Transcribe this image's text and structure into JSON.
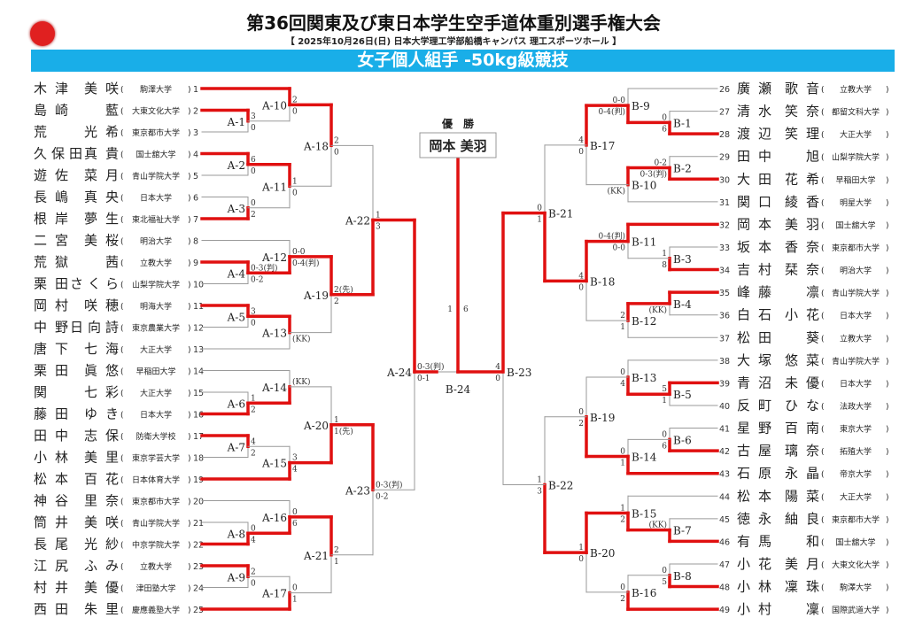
{
  "header": {
    "title": "第36回関東及び東日本学生空手道体重別選手権大会",
    "subtitle": "【 2025年10月26日(日) 日本大学理工学部船橋キャンパス 理工スポーツホール 】",
    "event": "女子個人組手 -50kg級競技"
  },
  "colors": {
    "win": "#e01010",
    "line": "#9a9a9a",
    "banner": "#19aee8"
  },
  "labels": {
    "paren_open": "(",
    "paren_close": ")"
  },
  "champion": {
    "heading": "優　勝",
    "name": "岡本 美羽"
  },
  "final": {
    "label": "B-24",
    "scores": [
      "1",
      "6"
    ],
    "winner": 1
  },
  "players_left": [
    {
      "no": "1",
      "family": "木津",
      "given": "美咲",
      "school": "駒澤大学"
    },
    {
      "no": "2",
      "family": "島崎",
      "given": "藍",
      "school": "大東文化大学"
    },
    {
      "no": "3",
      "family": "荒",
      "given": "光希",
      "school": "東京都市大学"
    },
    {
      "no": "4",
      "family": "久保田",
      "given": "真貴",
      "school": "国士舘大学"
    },
    {
      "no": "5",
      "family": "遊佐",
      "given": "菜月",
      "school": "青山学院大学"
    },
    {
      "no": "6",
      "family": "長嶋",
      "given": "真央",
      "school": "日本大学"
    },
    {
      "no": "7",
      "family": "根岸",
      "given": "夢生",
      "school": "東北福祉大学"
    },
    {
      "no": "8",
      "family": "二宮",
      "given": "美桜",
      "school": "明治大学"
    },
    {
      "no": "9",
      "family": "荒獄",
      "given": "茜",
      "school": "立教大学"
    },
    {
      "no": "10",
      "family": "栗田",
      "given": "さくら",
      "school": "山梨学院大学"
    },
    {
      "no": "11",
      "family": "岡村",
      "given": "咲穂",
      "school": "明海大学"
    },
    {
      "no": "12",
      "family": "中野",
      "given": "日向詩",
      "school": "東京農業大学"
    },
    {
      "no": "13",
      "family": "唐下",
      "given": "七海",
      "school": "大正大学"
    },
    {
      "no": "14",
      "family": "栗田",
      "given": "眞悠",
      "school": "早稲田大学"
    },
    {
      "no": "15",
      "family": "関",
      "given": "七彩",
      "school": "大正大学"
    },
    {
      "no": "16",
      "family": "藤田",
      "given": "ゆき",
      "school": "日本大学"
    },
    {
      "no": "17",
      "family": "田中",
      "given": "志保",
      "school": "防衛大学校"
    },
    {
      "no": "18",
      "family": "小林",
      "given": "美里",
      "school": "東京学芸大学"
    },
    {
      "no": "19",
      "family": "松本",
      "given": "百花",
      "school": "日本体育大学"
    },
    {
      "no": "20",
      "family": "神谷",
      "given": "里奈",
      "school": "東京都市大学"
    },
    {
      "no": "21",
      "family": "筒井",
      "given": "美咲",
      "school": "青山学院大学"
    },
    {
      "no": "22",
      "family": "長尾",
      "given": "光紗",
      "school": "中京学院大学"
    },
    {
      "no": "23",
      "family": "江尻",
      "given": "ふみ",
      "school": "立教大学"
    },
    {
      "no": "24",
      "family": "村井",
      "given": "美優",
      "school": "津田塾大学"
    },
    {
      "no": "25",
      "family": "西田",
      "given": "朱里",
      "school": "慶應義塾大学"
    }
  ],
  "players_right": [
    {
      "no": "26",
      "family": "廣瀬",
      "given": "歌音",
      "school": "立教大学"
    },
    {
      "no": "27",
      "family": "清水",
      "given": "笑奈",
      "school": "都留文科大学"
    },
    {
      "no": "28",
      "family": "渡辺",
      "given": "笑理",
      "school": "大正大学"
    },
    {
      "no": "29",
      "family": "田中",
      "given": "旭",
      "school": "山梨学院大学"
    },
    {
      "no": "30",
      "family": "大田",
      "given": "花希",
      "school": "早稲田大学"
    },
    {
      "no": "31",
      "family": "関口",
      "given": "綾香",
      "school": "明星大学"
    },
    {
      "no": "32",
      "family": "岡本",
      "given": "美羽",
      "school": "国士舘大学"
    },
    {
      "no": "33",
      "family": "坂本",
      "given": "香奈",
      "school": "東京都市大学"
    },
    {
      "no": "34",
      "family": "吉村",
      "given": "栞奈",
      "school": "明治大学"
    },
    {
      "no": "35",
      "family": "峰藤",
      "given": "凛",
      "school": "青山学院大学"
    },
    {
      "no": "36",
      "family": "白石",
      "given": "小花",
      "school": "日本大学"
    },
    {
      "no": "37",
      "family": "松田",
      "given": "葵",
      "school": "立教大学"
    },
    {
      "no": "38",
      "family": "大塚",
      "given": "悠菜",
      "school": "青山学院大学"
    },
    {
      "no": "39",
      "family": "青沼",
      "given": "未優",
      "school": "日本大学"
    },
    {
      "no": "40",
      "family": "反町",
      "given": "ひな",
      "school": "法政大学"
    },
    {
      "no": "41",
      "family": "星野",
      "given": "百南",
      "school": "東京大学"
    },
    {
      "no": "42",
      "family": "古屋",
      "given": "璃奈",
      "school": "拓殖大学"
    },
    {
      "no": "43",
      "family": "石原",
      "given": "永晶",
      "school": "帝京大学"
    },
    {
      "no": "44",
      "family": "松本",
      "given": "陽菜",
      "school": "大正大学"
    },
    {
      "no": "45",
      "family": "徳永",
      "given": "紬良",
      "school": "東京都市大学"
    },
    {
      "no": "46",
      "family": "有馬",
      "given": "和",
      "school": "国士舘大学"
    },
    {
      "no": "47",
      "family": "小花",
      "given": "美月",
      "school": "大東文化大学"
    },
    {
      "no": "48",
      "family": "小林",
      "given": "凜珠",
      "school": "駒澤大学"
    },
    {
      "no": "49",
      "family": "小村",
      "given": "凜",
      "school": "国際武道大学"
    }
  ],
  "bracket_left": {
    "label": "A-24",
    "scores": [
      "0-3(判)",
      "0-1"
    ],
    "winner": 0,
    "children": [
      {
        "label": "A-22",
        "scores": [
          "1",
          "3"
        ],
        "winner": 1,
        "children": [
          {
            "label": "A-18",
            "scores": [
              "2",
              "0"
            ],
            "winner": 0,
            "children": [
              {
                "label": "A-10",
                "scores": [
                  "2",
                  "0"
                ],
                "winner": 0,
                "children": [
                  1,
                  {
                    "label": "A-1",
                    "scores": [
                      "3",
                      "0"
                    ],
                    "winner": 0,
                    "children": [
                      2,
                      3
                    ]
                  }
                ]
              },
              {
                "label": "A-11",
                "scores": [
                  "1",
                  "0"
                ],
                "winner": 0,
                "children": [
                  {
                    "label": "A-2",
                    "scores": [
                      "6",
                      "0"
                    ],
                    "winner": 0,
                    "children": [
                      4,
                      5
                    ]
                  },
                  {
                    "label": "A-3",
                    "scores": [
                      "0",
                      "2"
                    ],
                    "winner": 1,
                    "children": [
                      6,
                      7
                    ]
                  }
                ]
              }
            ]
          },
          {
            "label": "A-19",
            "scores": [
              "2(先)",
              "2"
            ],
            "winner": 0,
            "children": [
              {
                "label": "A-12",
                "scores": [
                  "0-0",
                  "0-4(判)"
                ],
                "winner": 1,
                "children": [
                  8,
                  {
                    "label": "A-4",
                    "scores": [
                      "0-3(判)",
                      "0-2"
                    ],
                    "winner": 0,
                    "children": [
                      9,
                      10
                    ]
                  }
                ]
              },
              {
                "label": "A-13",
                "scores": [
                  "",
                  "(KK)"
                ],
                "winner": 0,
                "children": [
                  {
                    "label": "A-5",
                    "scores": [
                      "3",
                      "0"
                    ],
                    "winner": 0,
                    "children": [
                      11,
                      12
                    ]
                  },
                  13
                ]
              }
            ]
          }
        ]
      },
      {
        "label": "A-23",
        "scores": [
          "0-3(判)",
          "0-2"
        ],
        "winner": 0,
        "children": [
          {
            "label": "A-20",
            "scores": [
              "1",
              "1(先)"
            ],
            "winner": 1,
            "children": [
              {
                "label": "A-14",
                "scores": [
                  "(KK)",
                  ""
                ],
                "winner": 1,
                "children": [
                  14,
                  {
                    "label": "A-6",
                    "scores": [
                      "1",
                      "2"
                    ],
                    "winner": 1,
                    "children": [
                      15,
                      16
                    ]
                  }
                ]
              },
              {
                "label": "A-15",
                "scores": [
                  "3",
                  "4"
                ],
                "winner": 1,
                "children": [
                  {
                    "label": "A-7",
                    "scores": [
                      "4",
                      "2"
                    ],
                    "winner": 0,
                    "children": [
                      17,
                      18
                    ]
                  },
                  19
                ]
              }
            ]
          },
          {
            "label": "A-21",
            "scores": [
              "2",
              "1"
            ],
            "winner": 0,
            "children": [
              {
                "label": "A-16",
                "scores": [
                  "0",
                  "6"
                ],
                "winner": 1,
                "children": [
                  20,
                  {
                    "label": "A-8",
                    "scores": [
                      "0",
                      "4"
                    ],
                    "winner": 1,
                    "children": [
                      21,
                      22
                    ]
                  }
                ]
              },
              {
                "label": "A-17",
                "scores": [
                  "0",
                  "1"
                ],
                "winner": 1,
                "children": [
                  {
                    "label": "A-9",
                    "scores": [
                      "2",
                      "0"
                    ],
                    "winner": 0,
                    "children": [
                      23,
                      24
                    ]
                  },
                  25
                ]
              }
            ]
          }
        ]
      }
    ]
  },
  "bracket_right": {
    "label": "B-23",
    "scores": [
      "4",
      "0"
    ],
    "winner": 0,
    "children": [
      {
        "label": "B-21",
        "scores": [
          "0",
          "1"
        ],
        "winner": 1,
        "children": [
          {
            "label": "B-17",
            "scores": [
              "4",
              "0"
            ],
            "winner": 0,
            "children": [
              {
                "label": "B-9",
                "scores": [
                  "0-0",
                  "0-4(判)"
                ],
                "winner": 1,
                "children": [
                  26,
                  {
                    "label": "B-1",
                    "scores": [
                      "0",
                      "6"
                    ],
                    "winner": 1,
                    "children": [
                      27,
                      28
                    ]
                  }
                ]
              },
              {
                "label": "B-10",
                "scores": [
                  "",
                  "(KK)"
                ],
                "winner": 0,
                "children": [
                  {
                    "label": "B-2",
                    "scores": [
                      "0-2",
                      "0-3(判)"
                    ],
                    "winner": 1,
                    "children": [
                      29,
                      30
                    ]
                  },
                  31
                ]
              }
            ]
          },
          {
            "label": "B-18",
            "scores": [
              "4",
              "0"
            ],
            "winner": 0,
            "children": [
              {
                "label": "B-11",
                "scores": [
                  "0-4(判)",
                  "0-0"
                ],
                "winner": 0,
                "children": [
                  32,
                  {
                    "label": "B-3",
                    "scores": [
                      "1",
                      "8"
                    ],
                    "winner": 1,
                    "children": [
                      33,
                      34
                    ]
                  }
                ]
              },
              {
                "label": "B-12",
                "scores": [
                  "2",
                  "1"
                ],
                "winner": 0,
                "children": [
                  {
                    "label": "B-4",
                    "scores": [
                      "",
                      "(KK)"
                    ],
                    "winner": 0,
                    "children": [
                      35,
                      36
                    ]
                  },
                  37
                ]
              }
            ]
          }
        ]
      },
      {
        "label": "B-22",
        "scores": [
          "1",
          "3"
        ],
        "winner": 1,
        "children": [
          {
            "label": "B-19",
            "scores": [
              "0",
              "2"
            ],
            "winner": 1,
            "children": [
              {
                "label": "B-13",
                "scores": [
                  "0",
                  "4"
                ],
                "winner": 1,
                "children": [
                  38,
                  {
                    "label": "B-5",
                    "scores": [
                      "5",
                      "1"
                    ],
                    "winner": 0,
                    "children": [
                      39,
                      40
                    ]
                  }
                ]
              },
              {
                "label": "B-14",
                "scores": [
                  "0",
                  "1"
                ],
                "winner": 1,
                "children": [
                  {
                    "label": "B-6",
                    "scores": [
                      "0",
                      "6"
                    ],
                    "winner": 1,
                    "children": [
                      41,
                      42
                    ]
                  },
                  43
                ]
              }
            ]
          },
          {
            "label": "B-20",
            "scores": [
              "1",
              "0"
            ],
            "winner": 0,
            "children": [
              {
                "label": "B-15",
                "scores": [
                  "1",
                  "2"
                ],
                "winner": 1,
                "children": [
                  44,
                  {
                    "label": "B-7",
                    "scores": [
                      "(KK)",
                      ""
                    ],
                    "winner": 1,
                    "children": [
                      45,
                      46
                    ]
                  }
                ]
              },
              {
                "label": "B-16",
                "scores": [
                  "0",
                  "2"
                ],
                "winner": 1,
                "children": [
                  {
                    "label": "B-8",
                    "scores": [
                      "0",
                      "5"
                    ],
                    "winner": 1,
                    "children": [
                      47,
                      48
                    ]
                  },
                  49
                ]
              }
            ]
          }
        ]
      }
    ]
  }
}
